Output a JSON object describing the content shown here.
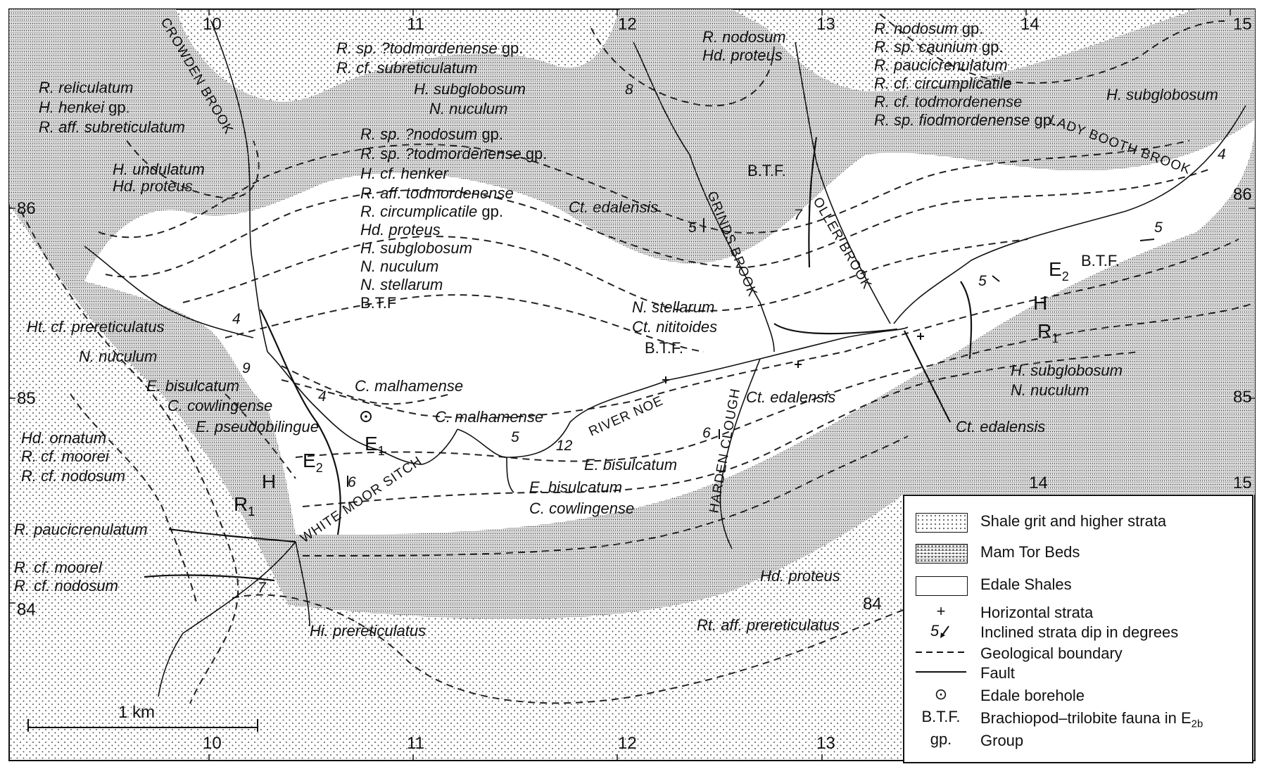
{
  "grid": {
    "top": [
      "10",
      "11",
      "12",
      "13",
      "14",
      "15"
    ],
    "bottom": [
      "10",
      "11",
      "12",
      "13"
    ],
    "right_inner": [
      "14",
      "15"
    ],
    "left": [
      "86",
      "85",
      "84"
    ],
    "right": [
      "86",
      "85"
    ],
    "inner_84": "84"
  },
  "scale_bar": "1 km",
  "units": {
    "E1": "E",
    "E1_sub": "1",
    "E2": "E",
    "E2_sub": "2",
    "H": "H",
    "R1": "R",
    "R1_sub": "1"
  },
  "streams": {
    "crowden": "CROWDEN BROOK",
    "lady_booth": "LADY BOOTH BROOK",
    "grinds": "GRINDS BROOK",
    "oller": "OLLER BROOK",
    "noe": "RIVER NOE",
    "harden": "HARDEN CLOUGH",
    "white_moor": "WHITE MOOR SITCH"
  },
  "fossil_labels": [
    {
      "genus": "R.",
      "species": "reliculatum",
      "suffix": ""
    },
    {
      "genus": "H.",
      "species": "henkei",
      "suffix": " gp."
    },
    {
      "genus": "R.",
      "species": "aff. subreticulatum",
      "suffix": ""
    },
    {
      "genus": "H.",
      "species": "undulatum",
      "suffix": ""
    },
    {
      "genus": "Hd.",
      "species": "proteus",
      "suffix": ""
    },
    {
      "genus": "R.",
      "species": "sp. ?nodosum",
      "suffix": " gp."
    },
    {
      "genus": "R.",
      "species": "sp. ?todmordenense",
      "suffix": " gp."
    },
    {
      "genus": "H.",
      "species": "cf. henker",
      "suffix": ""
    },
    {
      "genus": "R.",
      "species": "aff. todmordenense",
      "suffix": ""
    },
    {
      "genus": "R.",
      "species": "circumplicatile",
      "suffix": " gp."
    },
    {
      "genus": "Hd.",
      "species": "proteus",
      "suffix": ""
    },
    {
      "genus": "H.",
      "species": "subglobosum",
      "suffix": ""
    },
    {
      "genus": "N.",
      "species": "nuculum",
      "suffix": ""
    },
    {
      "genus": "N.",
      "species": "stellarum",
      "suffix": ""
    },
    {
      "genus": "R.",
      "species": "sp. ?todmordenense",
      "suffix": " gp."
    },
    {
      "genus": "R.",
      "species": "cf. subreticulatum",
      "suffix": ""
    },
    {
      "genus": "H.",
      "species": "subglobosum",
      "suffix": ""
    },
    {
      "genus": "N.",
      "species": "nuculum",
      "suffix": ""
    },
    {
      "genus": "R.",
      "species": "nodosum",
      "suffix": ""
    },
    {
      "genus": "Hd.",
      "species": "proteus",
      "suffix": ""
    },
    {
      "genus": "R.",
      "species": "nodosum",
      "suffix": " gp."
    },
    {
      "genus": "R.",
      "species": "sp. caunium",
      "suffix": " gp."
    },
    {
      "genus": "R.",
      "species": "paucicrenulatum",
      "suffix": ""
    },
    {
      "genus": "R.",
      "species": "cf. circumplicatile",
      "suffix": ""
    },
    {
      "genus": "R.",
      "species": "cf. todmordenense",
      "suffix": ""
    },
    {
      "genus": "R.",
      "species": "sp. fiodmordenense",
      "suffix": " gp."
    },
    {
      "genus": "H.",
      "species": "subglobosum",
      "suffix": ""
    },
    {
      "genus": "Ct.",
      "species": "edalensis",
      "suffix": ""
    },
    {
      "genus": "Ht.",
      "species": "cf. prereticulatus",
      "suffix": ""
    },
    {
      "genus": "N.",
      "species": "nuculum",
      "suffix": ""
    },
    {
      "genus": "E.",
      "species": "bisulcatum",
      "suffix": ""
    },
    {
      "genus": "C.",
      "species": "cowlingense",
      "suffix": ""
    },
    {
      "genus": "E.",
      "species": "pseudobilingue",
      "suffix": ""
    },
    {
      "genus": "C.",
      "species": "malhamense",
      "suffix": ""
    },
    {
      "genus": "C.",
      "species": "malhamense",
      "suffix": ""
    },
    {
      "genus": "E.",
      "species": "bisulcatum",
      "suffix": ""
    },
    {
      "genus": "E.",
      "species": "bisulcatum",
      "suffix": ""
    },
    {
      "genus": "C.",
      "species": "cowlingense",
      "suffix": ""
    },
    {
      "genus": "Hd.",
      "species": "ornatum",
      "suffix": ""
    },
    {
      "genus": "R.",
      "species": "cf. moorei",
      "suffix": ""
    },
    {
      "genus": "R.",
      "species": "cf. nodosum",
      "suffix": ""
    },
    {
      "genus": "R.",
      "species": "paucicrenulatum",
      "suffix": ""
    },
    {
      "genus": "R.",
      "species": "cf. moorel",
      "suffix": ""
    },
    {
      "genus": "R.",
      "species": "cf. nodosum",
      "suffix": ""
    },
    {
      "genus": "Hi.",
      "species": "prereticulatus",
      "suffix": ""
    },
    {
      "genus": "N.",
      "species": "stellarum",
      "suffix": ""
    },
    {
      "genus": "Ct.",
      "species": "nititoides",
      "suffix": ""
    },
    {
      "genus": "Ct.",
      "species": "edalensis",
      "suffix": ""
    },
    {
      "genus": "Ct.",
      "species": "edalensis",
      "suffix": ""
    },
    {
      "genus": "H.",
      "species": "subglobosum",
      "suffix": ""
    },
    {
      "genus": "N.",
      "species": "nuculum",
      "suffix": ""
    },
    {
      "genus": "Hd.",
      "species": "proteus",
      "suffix": ""
    },
    {
      "genus": "Rt.",
      "species": "aff. prereticulatus",
      "suffix": ""
    }
  ],
  "btf_labels": [
    "B.T.F",
    "B.T.F.",
    "B.T.F.",
    "B.T.F."
  ],
  "dips": [
    "4",
    "9",
    "4",
    "6",
    "7",
    "5",
    "12",
    "6",
    "5",
    "7",
    "8",
    "5",
    "5",
    "4"
  ],
  "legend": {
    "shale_grit": "Shale grit and higher strata",
    "mam_tor": "Mam Tor Beds",
    "edale_shales": "Edale Shales",
    "horizontal_sym": "+",
    "horizontal": "Horizontal strata",
    "inclined_sym": "5",
    "inclined": "Inclined strata dip in degrees",
    "boundary": "Geological boundary",
    "fault": "Fault",
    "borehole_sym": "⊙",
    "borehole": "Edale borehole",
    "btf_abbr": "B.T.F.",
    "btf_text": "Brachiopod–trilobite fauna in E",
    "btf_sub": "2b",
    "gp_abbr": "gp.",
    "gp_text": "Group"
  }
}
